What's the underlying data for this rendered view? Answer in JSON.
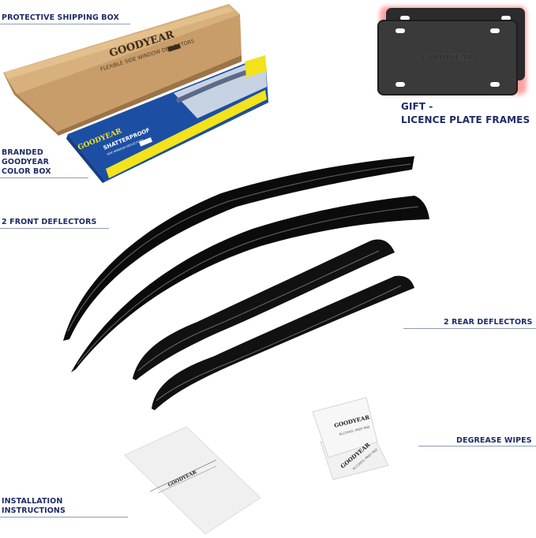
{
  "brand": "GOODYEAR",
  "colors": {
    "label_text": "#1e2b66",
    "rule": "#8e9bb5",
    "cardboard": "#c9a06f",
    "brand_blue": "#1c4fa3",
    "brand_yellow": "#f3e21c",
    "deflector": "#0b0b0b",
    "plate": "#3a3a3a",
    "plate_glow": "#ff8a8a"
  },
  "labels": {
    "shipping_box": "PROTECTIVE SHIPPING BOX",
    "color_box": "BRANDED\nGOODYEAR\nCOLOR BOX",
    "front_deflectors": "2 FRONT DEFLECTORS",
    "rear_deflectors": "2 REAR DEFLECTORS",
    "gift": "GIFT  -\nLICENCE PLATE FRAMES",
    "degrease_wipes": "DEGREASE WIPES",
    "instructions": "INSTALLATION\nINSTRUCTIONS"
  },
  "shipping_box": {
    "logo": "GOODYEAR",
    "subtitle": "FLEXIBLE SIDE WINDOW DEFLECTORS",
    "tag": "Tape-On"
  },
  "color_box": {
    "logo": "GOODYEAR",
    "title": "SHATTERPROOF",
    "subtitle": "SIDE WINDOW DEFLECTORS",
    "tag": "Tape-On"
  },
  "plate": {
    "logo": "GOODYEAR"
  },
  "wipes": {
    "logo": "GOODYEAR",
    "text": "ALCOHOL PREP PAD"
  },
  "manual": {
    "logo": "GOODYEAR"
  }
}
